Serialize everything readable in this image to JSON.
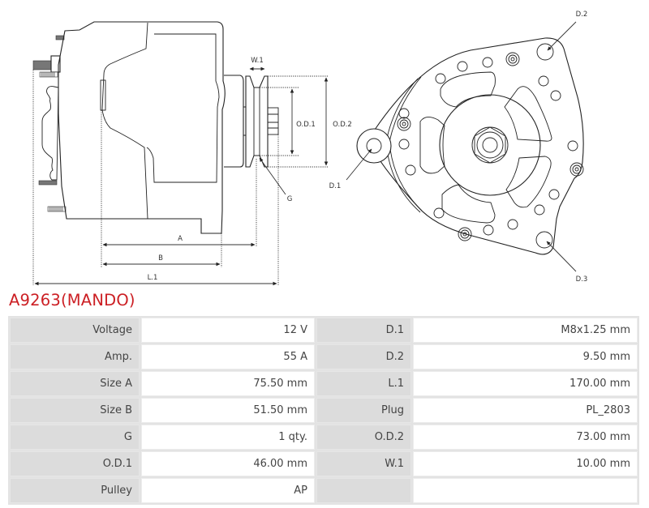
{
  "product": {
    "title": "A9263(MANDO)"
  },
  "diagram": {
    "side_view_labels": {
      "w1": "W.1",
      "od1": "O.D.1",
      "od2": "O.D.2",
      "g": "G",
      "a": "A",
      "b": "B",
      "l1": "L.1"
    },
    "front_view_labels": {
      "d1": "D.1",
      "d2": "D.2",
      "d3": "D.3"
    }
  },
  "specs": {
    "rows": [
      {
        "label1": "Voltage",
        "value1": "12 V",
        "label2": "D.1",
        "value2": "M8x1.25 mm"
      },
      {
        "label1": "Amp.",
        "value1": "55 A",
        "label2": "D.2",
        "value2": "9.50 mm"
      },
      {
        "label1": "Size A",
        "value1": "75.50 mm",
        "label2": "L.1",
        "value2": "170.00 mm"
      },
      {
        "label1": "Size B",
        "value1": "51.50 mm",
        "label2": "Plug",
        "value2": "PL_2803"
      },
      {
        "label1": "G",
        "value1": "1 qty.",
        "label2": "O.D.2",
        "value2": "73.00 mm"
      },
      {
        "label1": "O.D.1",
        "value1": "46.00 mm",
        "label2": "W.1",
        "value2": "10.00 mm"
      },
      {
        "label1": "Pulley",
        "value1": "AP",
        "label2": "",
        "value2": ""
      }
    ]
  }
}
